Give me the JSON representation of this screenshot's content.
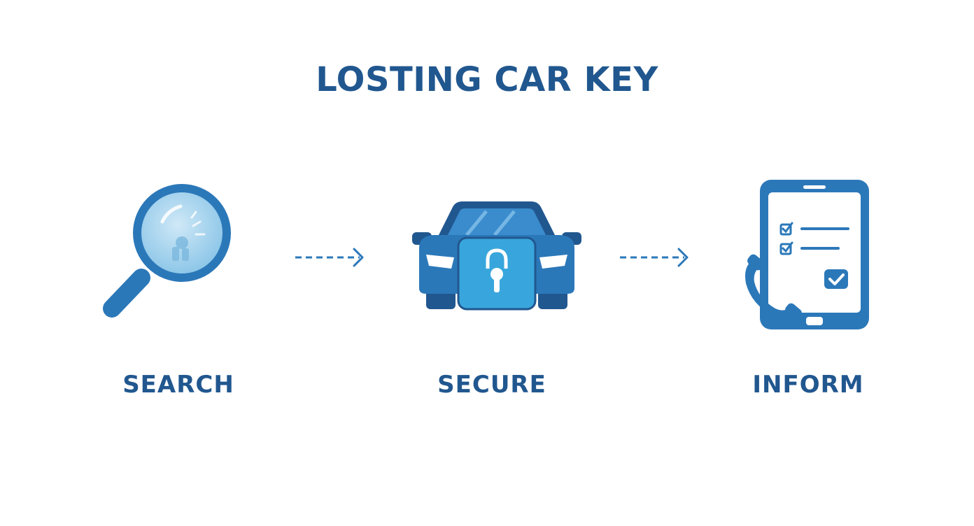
{
  "title": "LOSTING CAR KEY",
  "colors": {
    "dark_blue": "#21578f",
    "mid_blue": "#2b78b9",
    "light_blue": "#38a6dc",
    "lens_fill": "#a7d4ee"
  },
  "steps": [
    {
      "label": "SEARCH",
      "icon": "magnifying-glass-icon"
    },
    {
      "label": "SECURE",
      "icon": "car-with-lock-icon"
    },
    {
      "label": "INFORM",
      "icon": "phone-checklist-icon"
    }
  ],
  "connectors": [
    "dashed-arrow-icon",
    "dashed-arrow-icon"
  ]
}
